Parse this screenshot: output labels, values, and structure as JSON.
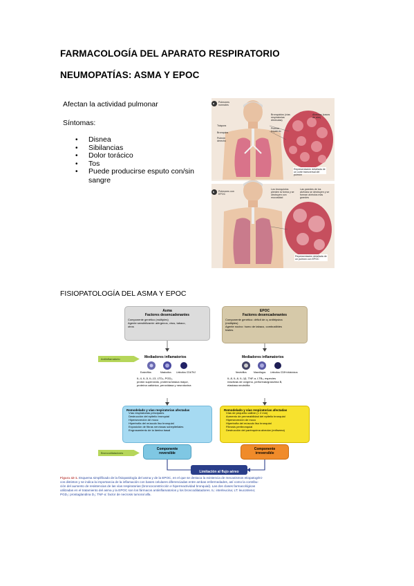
{
  "heading1": "FARMACOLOGÍA DEL APARATO RESPIRATORIO",
  "heading2": "NEUMOPATÍAS: ASMA Y EPOC",
  "intro": "Afectan la actividad pulmonar",
  "symptoms_label": "Síntomas:",
  "symptoms": [
    "Disnea",
    "Sibilancias",
    "Dolor torácico",
    "Tos",
    "Puede producirse esputo con/sin",
    "sangre"
  ],
  "anatomy": {
    "top_badge": "a",
    "top_title": "Pulmones normales",
    "top_labels": [
      "Tráquea",
      "Bronquios",
      "Pulmón derecho",
      "Bronquiolos (vías respiratorias diminutas)",
      "Pulmón izquierdo",
      "Alvéolos (sacos de aire)"
    ],
    "top_caption": "Representación detallada de un corte transversal del pulmón",
    "bottom_badge": "b",
    "bottom_title": "Pulmones con EPOC",
    "bottom_labels": [
      "Los bronquiolos pierden la forma y se obstruyen con mucosidad",
      "Las paredes de los alvéolos se destruyen y se forman alvéolos más grandes"
    ],
    "bottom_caption": "Representación detallada de un pulmón con EPOC"
  },
  "section_title": "FISIOPATOLOGÍA DEL ASMA Y EPOC",
  "diagram": {
    "asma": {
      "title": "Asma",
      "subtitle": "Factores desencadenantes",
      "lines": [
        "Componente genético (múltiples)",
        "Agente sensibilizante: alérgenos, virus, tabaco,",
        "otros"
      ]
    },
    "epoc": {
      "title": "EPOC",
      "subtitle": "Factores desencadenantes",
      "lines": [
        "Componente genético: déficit de α₁ antitripsina",
        "(múltiples)",
        "Agente nocivo: humo de tabaco, combustibles",
        "fósiles"
      ]
    },
    "antiinflamatorio": "Antiinflamatorio",
    "mediadores_title": "Mediadores inflamatorios",
    "asma_cells": [
      "Eosinófilos",
      "Mastocitos",
      "Linfocitos CD4/Th2"
    ],
    "asma_mediators": [
      "IL-4, IL-5, IL-13, LTD₄, PGD₂,",
      "protón superóxido, proteína básica mayor,",
      "proteína catiónica, peroxidasa y neurotoxina"
    ],
    "epoc_cells": [
      "Neutrófilos",
      "Macrófagos",
      "Linfocitos CD8+/citotóxicos"
    ],
    "epoc_mediators": [
      "IL-8, IL-6, IL-1β, TNF-α, LTB₄, especies",
      "reactivas de oxígeno, perforinas/granzima B,",
      "elastasa neutrófila"
    ],
    "remodel_asma": {
      "title": "Remodelado y vías respiratorias afectadas",
      "items": [
        "Vías respiratorias principales",
        "Destrucción del epitelio bronquial",
        "Hipersecreción de moco",
        "Hipertrofia del músculo liso bronquial",
        "Exposición de fibras nerviosas subepiteliales",
        "Engrosamiento de la lámina basal"
      ]
    },
    "remodel_epoc": {
      "title": "Remodelado y vías respiratorias afectadas",
      "items": [
        "Vías de pequeño calibre (< 2 mm)",
        "Aumento de permeabilidad del epitelio bronquial",
        "Hipersecreción de moco",
        "Hipertrofia del músculo liso bronquial",
        "Fibrosis peribronquial",
        "Destrucción del parénquima alveolar (enfisema)"
      ]
    },
    "broncodilatadores": "Broncodilatadores",
    "comp_reversible": [
      "Componente",
      "reversible"
    ],
    "comp_irreversible": [
      "Componente",
      "irreversible"
    ],
    "limitacion": "Limitación al flujo aéreo",
    "caption_lead": "Figura 42-1.",
    "caption": [
      "Esquema simplificado de la fisiopatología del asma y de la EPOC, en el que se destaca la existencia de mecanismos etiopatogéni-",
      "cos distintos y se indica la importancia de la inflamación con bases celulares diferenciadas entre ambas enfermedades, así como la contribu-",
      "ción del aumento de resistencias de las vías respiratorias (broncoconstricción e hiperreactividad bronquial). Las dos clases farmacológicas",
      "utilizadas en el tratamiento del asma y la EPOC son los fármacos antiinflamatorios y los broncodilatadores. IL: interleucina; LT: leucotrieno;",
      "PGD₂: prostaglandina D₂; TNF-α: factor de necrosis tumoral alfa."
    ]
  }
}
